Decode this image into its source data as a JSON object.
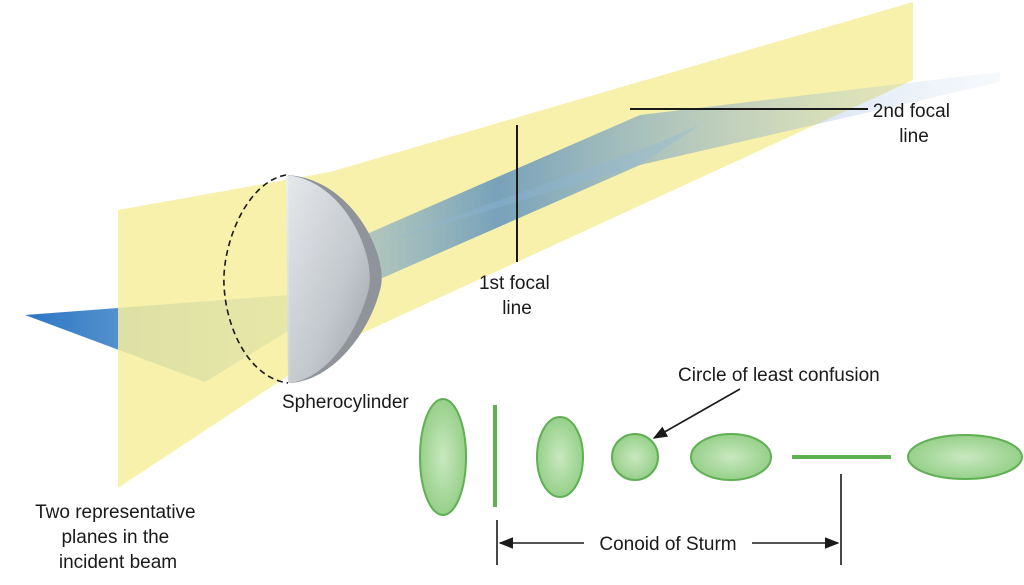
{
  "labels": {
    "second_focal_line": [
      "2nd focal",
      "line"
    ],
    "first_focal_line": [
      "1st focal",
      "line"
    ],
    "spherocylinder": "Spherocylinder",
    "circle_of_least_confusion": "Circle of least confusion",
    "two_planes": [
      "Two representative",
      "planes in the",
      "incident beam"
    ],
    "conoid_of_sturm": "Conoid of Sturm"
  },
  "colors": {
    "yellow_plane": "#f6ee9e",
    "blue_plane": "#3a7fc4",
    "lens": "#c9ced3",
    "cross_section_fill": "#a7d49a",
    "cross_section_stroke": "#5fb052",
    "line": "#1a1a1a"
  }
}
